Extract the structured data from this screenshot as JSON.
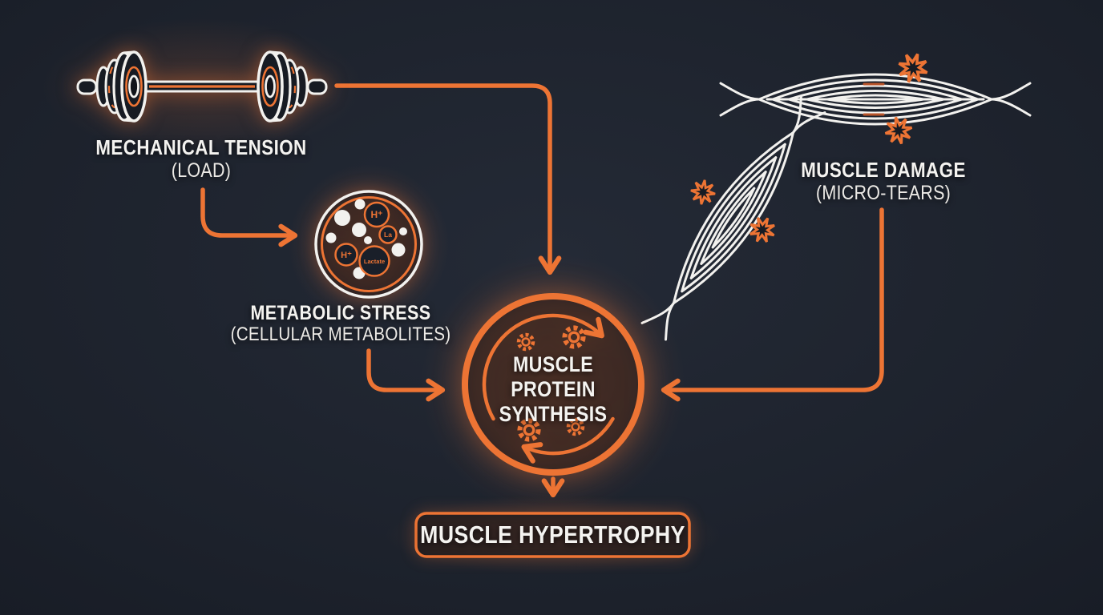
{
  "diagram": {
    "background_color": "#1B202A",
    "accent_color": "#ED7434",
    "line_color": "#F2F1EE",
    "nodes": {
      "mechanical_tension": {
        "icon": "barbell-icon",
        "label": "MECHANICAL TENSION",
        "sublabel": "(LOAD)"
      },
      "metabolic_stress": {
        "icon": "metabolite-cell-icon",
        "label": "METABOLIC STRESS",
        "sublabel": "(CELLULAR METABOLITES)",
        "metabolites": {
          "chip1": "H⁺",
          "chip2": "La",
          "chip3": "H⁺",
          "chip4": "Lactate"
        }
      },
      "muscle_damage": {
        "icon": "muscle-fiber-tear-icon",
        "label": "MUSCLE DAMAGE",
        "sublabel": "(MICRO-TEARS)"
      },
      "muscle_protein_synthesis": {
        "icon": "synthesis-cycle-icon",
        "line1": "MUSCLE",
        "line2": "PROTEIN",
        "line3": "SYNTHESIS"
      },
      "muscle_hypertrophy": {
        "label": "MUSCLE HYPERTROPHY"
      }
    }
  }
}
